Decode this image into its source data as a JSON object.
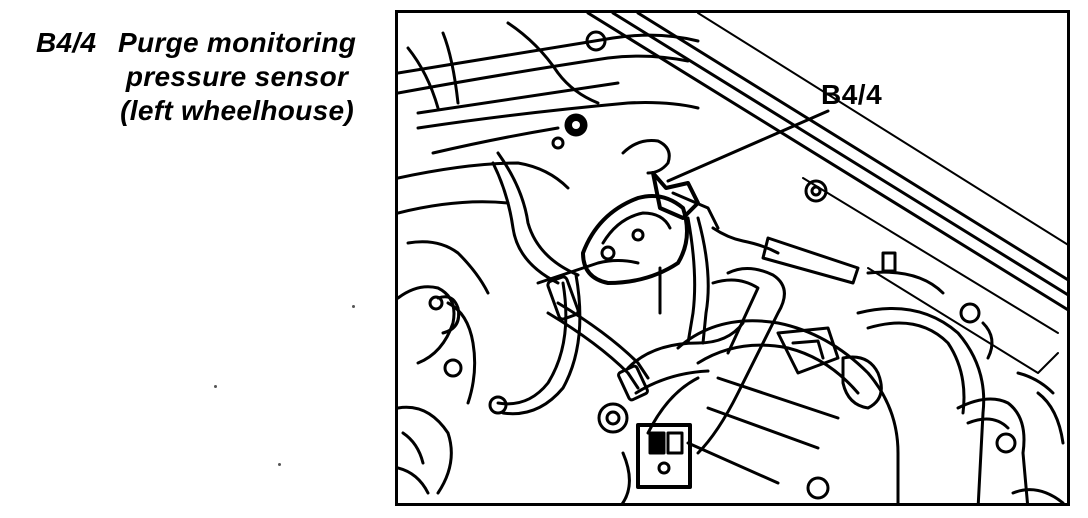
{
  "caption": {
    "code": "B4/4",
    "lines": [
      "Purge monitoring",
      "pressure sensor",
      "(left wheelhouse)"
    ]
  },
  "figure": {
    "callout_label": "B4/4"
  }
}
